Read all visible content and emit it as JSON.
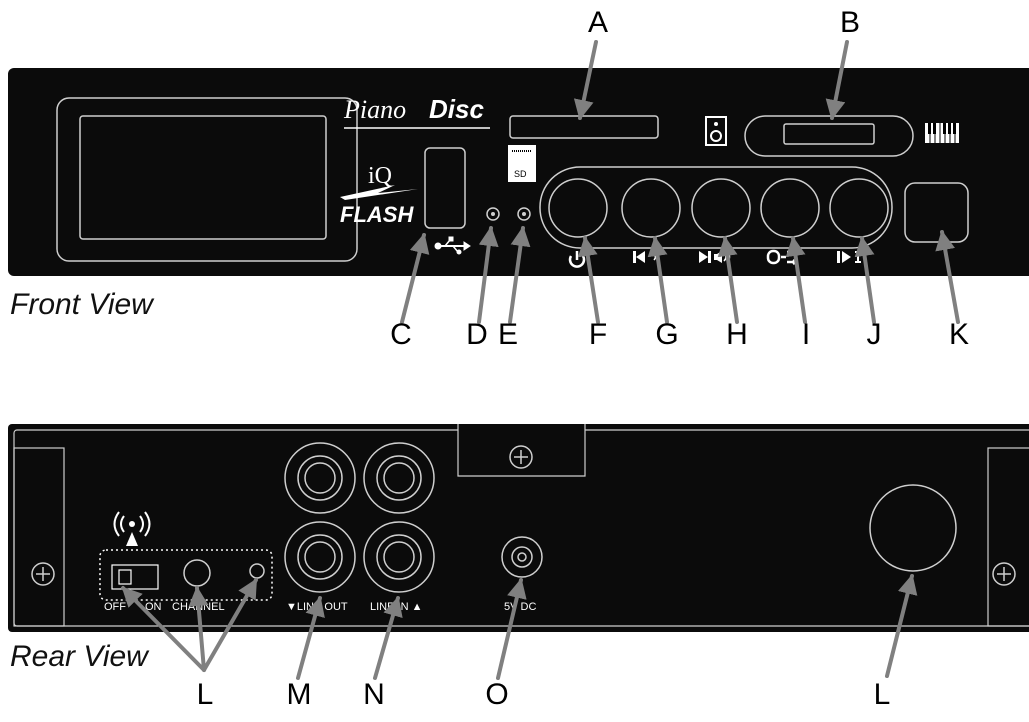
{
  "views": {
    "front": "Front View",
    "rear": "Rear View"
  },
  "branding": {
    "piano": "Piano",
    "disc": "Disc",
    "iq": "iQ",
    "flash": "FLASH",
    "sd": "SD"
  },
  "rear_labels": {
    "off": "OFF",
    "on": "ON",
    "channel": "CHANNEL",
    "line_out": "▼LINE OUT",
    "line_in": "LINE IN ▲",
    "power": "5V DC"
  },
  "callouts": {
    "A": "A",
    "B": "B",
    "C": "C",
    "D": "D",
    "E": "E",
    "F": "F",
    "G": "G",
    "H": "H",
    "I": "I",
    "J": "J",
    "K": "K",
    "L": "L",
    "M": "M",
    "N": "N",
    "O": "O",
    "L2": "L"
  },
  "colors": {
    "panel": "#0b0b0b",
    "arrow": "#808080",
    "outline": "#cfcfcf"
  }
}
